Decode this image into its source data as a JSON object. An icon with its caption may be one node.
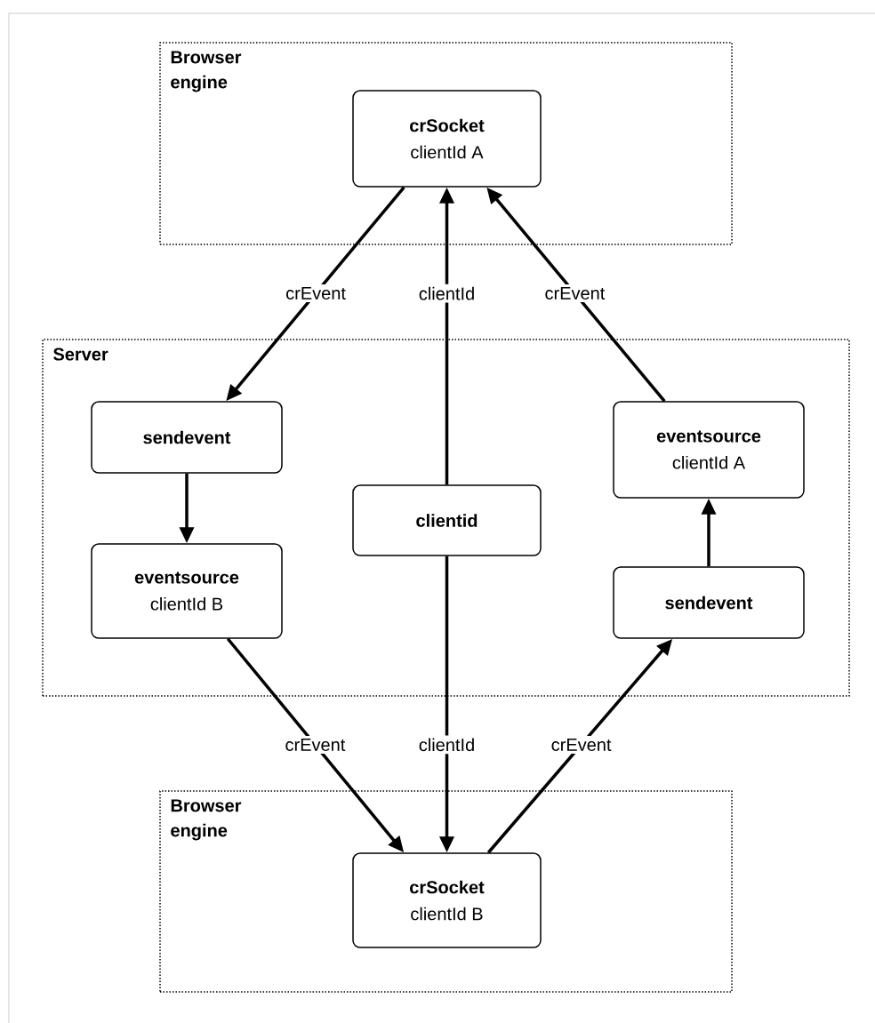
{
  "diagram": {
    "nodes": [
      {
        "text": [
          "Browser engine"
        ]
      },
      {
        "text": [
          "crSocket",
          "clientId A"
        ],
        "in": 0
      },
      {
        "text": [
          "Server"
        ]
      },
      {
        "text": [
          "sendevent"
        ],
        "in": 2
      },
      {
        "text": [
          "eventsource",
          "clientId B"
        ],
        "in": 2
      },
      {
        "text": [
          "clientid"
        ],
        "in": 2
      },
      {
        "text": [
          "eventsource",
          "clientId A"
        ],
        "in": 2
      },
      {
        "text": [
          "sendevent"
        ],
        "in": 2
      },
      {
        "text": [
          "Browser engine"
        ]
      },
      {
        "text": [
          "crSocket",
          "clientId B"
        ],
        "in": 8
      }
    ],
    "edges": [
      {
        "from": 1,
        "to": 3,
        "arrow": "to",
        "label": "crEvent"
      },
      {
        "from": 5,
        "to": 1,
        "arrow": "to",
        "label": "clientId"
      },
      {
        "from": 6,
        "to": 1,
        "arrow": "to",
        "label": "crEvent"
      },
      {
        "from": 3,
        "to": 4,
        "arrow": "to"
      },
      {
        "from": 4,
        "to": 9,
        "arrow": "to",
        "label": "crEvent"
      },
      {
        "from": 5,
        "to": 9,
        "arrow": "to",
        "label": "clientId"
      },
      {
        "from": 9,
        "to": 7,
        "arrow": "to",
        "label": "crEvent"
      },
      {
        "from": 7,
        "to": 6,
        "arrow": "to"
      }
    ]
  }
}
